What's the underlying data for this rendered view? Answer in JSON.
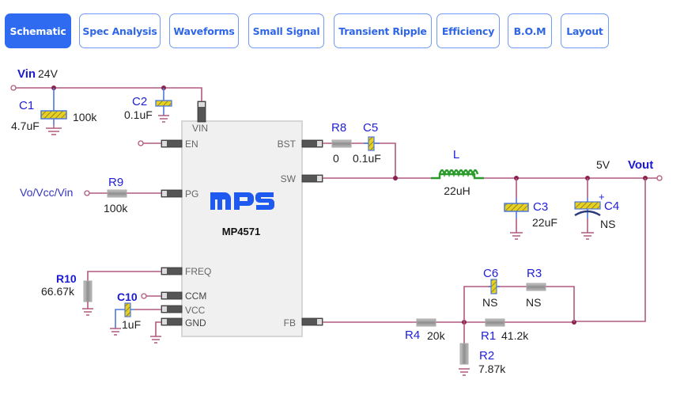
{
  "tabs": [
    {
      "label": "Schematic",
      "active": true
    },
    {
      "label": "Spec Analysis",
      "active": false
    },
    {
      "label": "Waveforms",
      "active": false
    },
    {
      "label": "Small Signal",
      "active": false
    },
    {
      "label": "Transient Ripple",
      "active": false
    },
    {
      "label": "Efficiency",
      "active": false
    },
    {
      "label": "B.O.M",
      "active": false
    },
    {
      "label": "Layout",
      "active": false
    }
  ],
  "schematic": {
    "input": {
      "name": "Vin",
      "voltage": "24V"
    },
    "output": {
      "name": "Vout",
      "voltage": "5V"
    },
    "pg_pullup_source": "Vo/Vcc/Vin",
    "ic": {
      "logo": "mps",
      "part": "MP4571",
      "pins": {
        "vin": "VIN",
        "en": "EN",
        "pg": "PG",
        "freq": "FREQ",
        "ccm": "CCM",
        "vcc": "VCC",
        "gnd": "GND",
        "bst": "BST",
        "sw": "SW",
        "fb": "FB"
      }
    },
    "components": {
      "C1": {
        "ref": "C1",
        "value": "4.7uF",
        "extra": "100k"
      },
      "C2": {
        "ref": "C2",
        "value": "0.1uF"
      },
      "R8": {
        "ref": "R8",
        "value": "0"
      },
      "C5": {
        "ref": "C5",
        "value": "0.1uF"
      },
      "L": {
        "ref": "L",
        "value": "22uH"
      },
      "C3": {
        "ref": "C3",
        "value": "22uF"
      },
      "C4": {
        "ref": "C4",
        "value": "NS",
        "polarity": "+"
      },
      "R9": {
        "ref": "R9",
        "value": "100k"
      },
      "R10": {
        "ref": "R10",
        "value": "66.67k"
      },
      "C10": {
        "ref": "C10",
        "value": "1uF"
      },
      "C6": {
        "ref": "C6",
        "value": "NS"
      },
      "R3": {
        "ref": "R3",
        "value": "NS"
      },
      "R4": {
        "ref": "R4",
        "value": "20k"
      },
      "R1": {
        "ref": "R1",
        "value": "41.2k"
      },
      "R2": {
        "ref": "R2",
        "value": "7.87k"
      }
    }
  },
  "colors": {
    "accent": "#2e6bf0",
    "wire": "#b05a7e",
    "inductor": "#2a9a2a",
    "cap_fill": "#e8d020",
    "label_blue": "#2020d8"
  }
}
